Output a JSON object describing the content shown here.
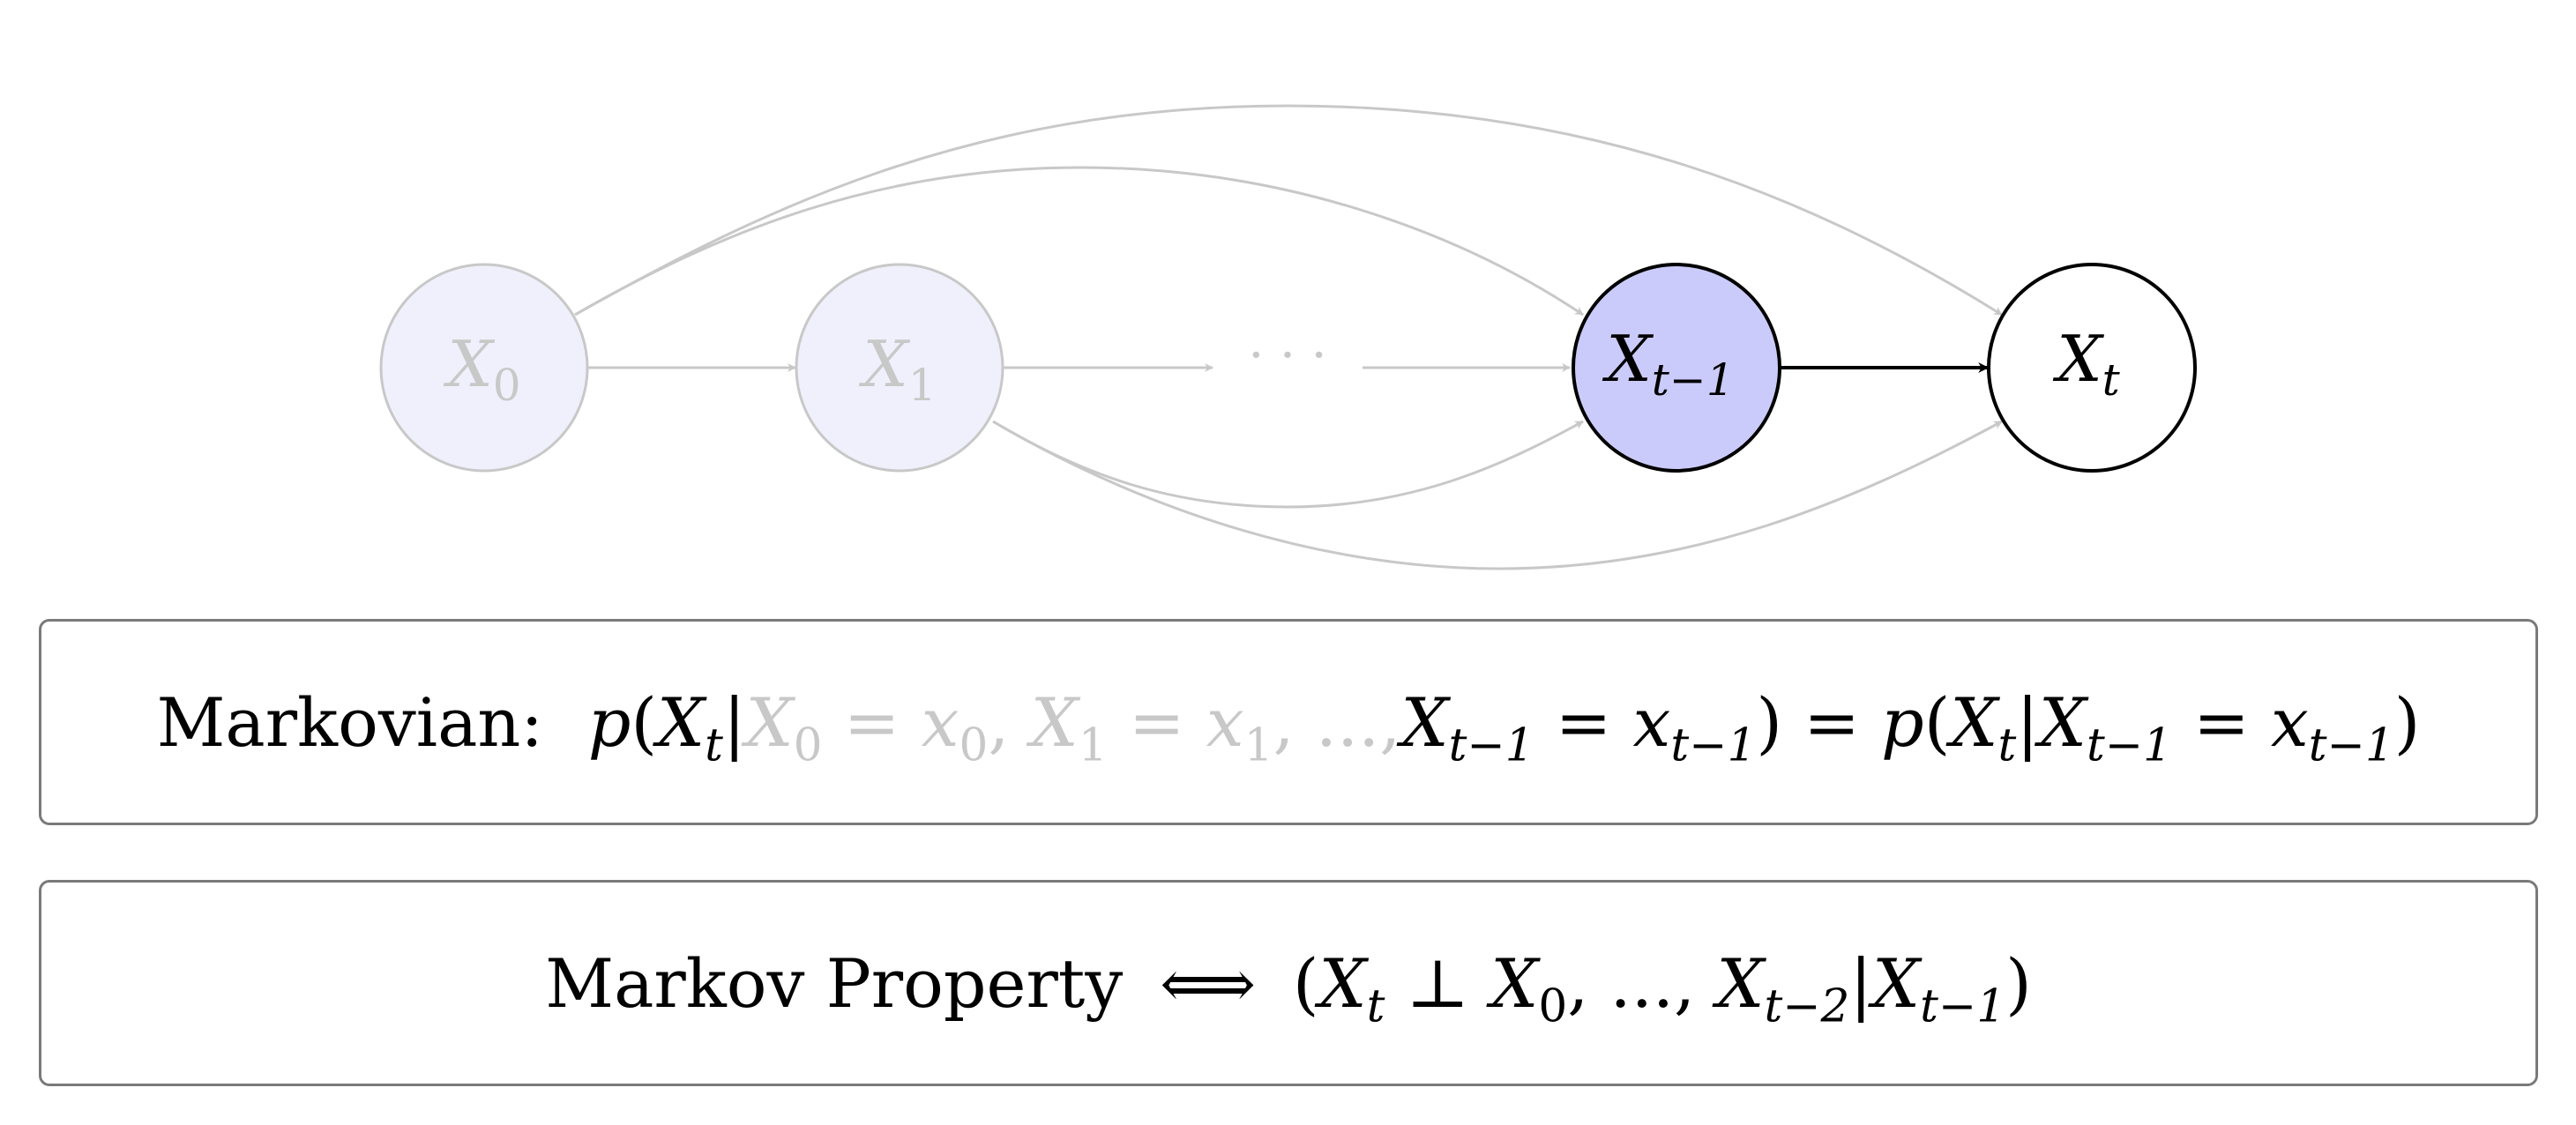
{
  "colors": {
    "faded_stroke": "#c8c8c8",
    "faded_node_fill": "#f0f0fc",
    "highlight_node_fill": "#cbcbfb",
    "active_stroke": "#000000",
    "box_border": "#7a7a7a"
  },
  "nodes": [
    {
      "id": "x0",
      "var": "X",
      "sub": "0",
      "style": "faded"
    },
    {
      "id": "x1",
      "var": "X",
      "sub": "1",
      "style": "faded"
    },
    {
      "id": "dots",
      "var": "· · ·",
      "sub": "",
      "style": "faded"
    },
    {
      "id": "xtm1",
      "var": "X",
      "sub": "t−1",
      "style": "highlight"
    },
    {
      "id": "xt",
      "var": "X",
      "sub": "t",
      "style": "plain"
    }
  ],
  "edges": [
    {
      "from": "X0",
      "to": "X1",
      "style": "faded"
    },
    {
      "from": "X1",
      "to": "···",
      "style": "faded"
    },
    {
      "from": "···",
      "to": "Xt−1",
      "style": "faded"
    },
    {
      "from": "Xt−1",
      "to": "Xt",
      "style": "active"
    },
    {
      "from": "X0",
      "to": "Xt−1",
      "style": "faded"
    },
    {
      "from": "X0",
      "to": "Xt",
      "style": "faded"
    },
    {
      "from": "X1",
      "to": "Xt−1",
      "style": "faded"
    },
    {
      "from": "X1",
      "to": "Xt",
      "style": "faded"
    }
  ],
  "markovian": {
    "label": "Markovian:",
    "p": "p",
    "x_t_var": "X",
    "x_t_sub": "t",
    "bar": "|",
    "faded_part": {
      "x0_var": "X",
      "x0_sub": "0",
      "eq1": "=",
      "x0_val": "x",
      "x0_val_sub": "0",
      "comma1": ",",
      "x1_var": "X",
      "x1_sub": "1",
      "eq2": "=",
      "x1_val": "x",
      "x1_val_sub": "1",
      "comma2": ",",
      "dots": "...",
      "comma3": ","
    },
    "tail": {
      "xtm1_var": "X",
      "xtm1_sub": "t−1",
      "eq": "=",
      "val": "x",
      "val_sub": "t−1",
      "close": ")",
      "equals": "=",
      "p2": "p",
      "xt2_var": "X",
      "xt2_sub": "t",
      "bar2": "|",
      "xtm1b_var": "X",
      "xtm1b_sub": "t−1",
      "eq3": "=",
      "val2": "x",
      "val2_sub": "t−1",
      "close2": ")"
    }
  },
  "markov_property": {
    "label": "Markov Property",
    "iff": "⟺",
    "open": "(",
    "xt_var": "X",
    "xt_sub": "t",
    "perp": "⊥",
    "x0_var": "X",
    "x0_sub": "0",
    "comma1": ",",
    "dots": "...",
    "comma2": ",",
    "xtm2_var": "X",
    "xtm2_sub": "t−2",
    "bar": "|",
    "xtm1_var": "X",
    "xtm1_sub": "t−1",
    "close": ")"
  }
}
